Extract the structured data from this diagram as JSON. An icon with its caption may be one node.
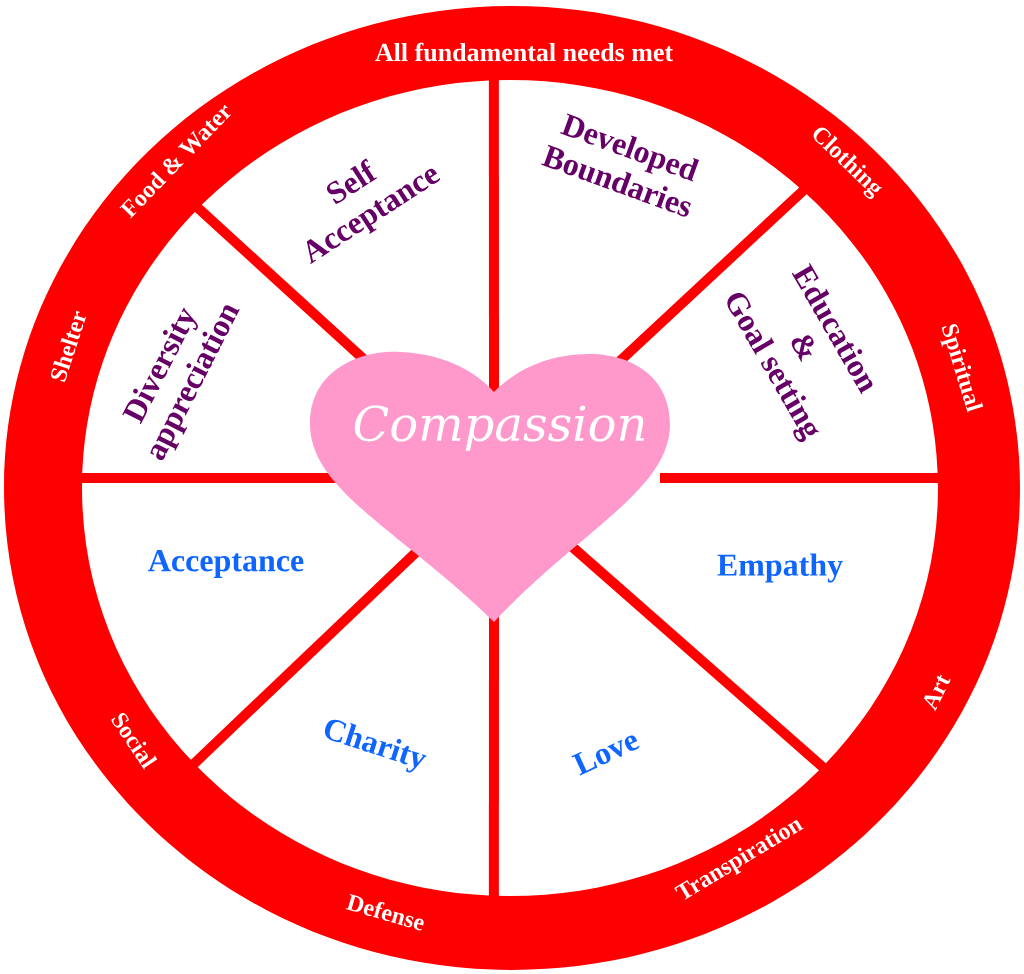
{
  "diagram": {
    "nodes": [
      {
        "text": [
          "All fundamental needs met",
          "Clothing",
          "Spiritual",
          "Art",
          "Transpiration",
          "Defense",
          "Social",
          "Shelter",
          "Food & Water"
        ]
      },
      {
        "text": [
          "Self Acceptance"
        ],
        "in": 0
      },
      {
        "text": [
          "Developed Boundaries"
        ],
        "in": 0
      },
      {
        "text": [
          "Education & Goal setting"
        ],
        "in": 0
      },
      {
        "text": [
          "Empathy"
        ],
        "in": 0
      },
      {
        "text": [
          "Love"
        ],
        "in": 0
      },
      {
        "text": [
          "Charity"
        ],
        "in": 0
      },
      {
        "text": [
          "Acceptance"
        ],
        "in": 0
      },
      {
        "text": [
          "Diversity appreciation"
        ],
        "in": 0
      },
      {
        "text": [
          "Compassion"
        ],
        "in": 0
      }
    ]
  }
}
